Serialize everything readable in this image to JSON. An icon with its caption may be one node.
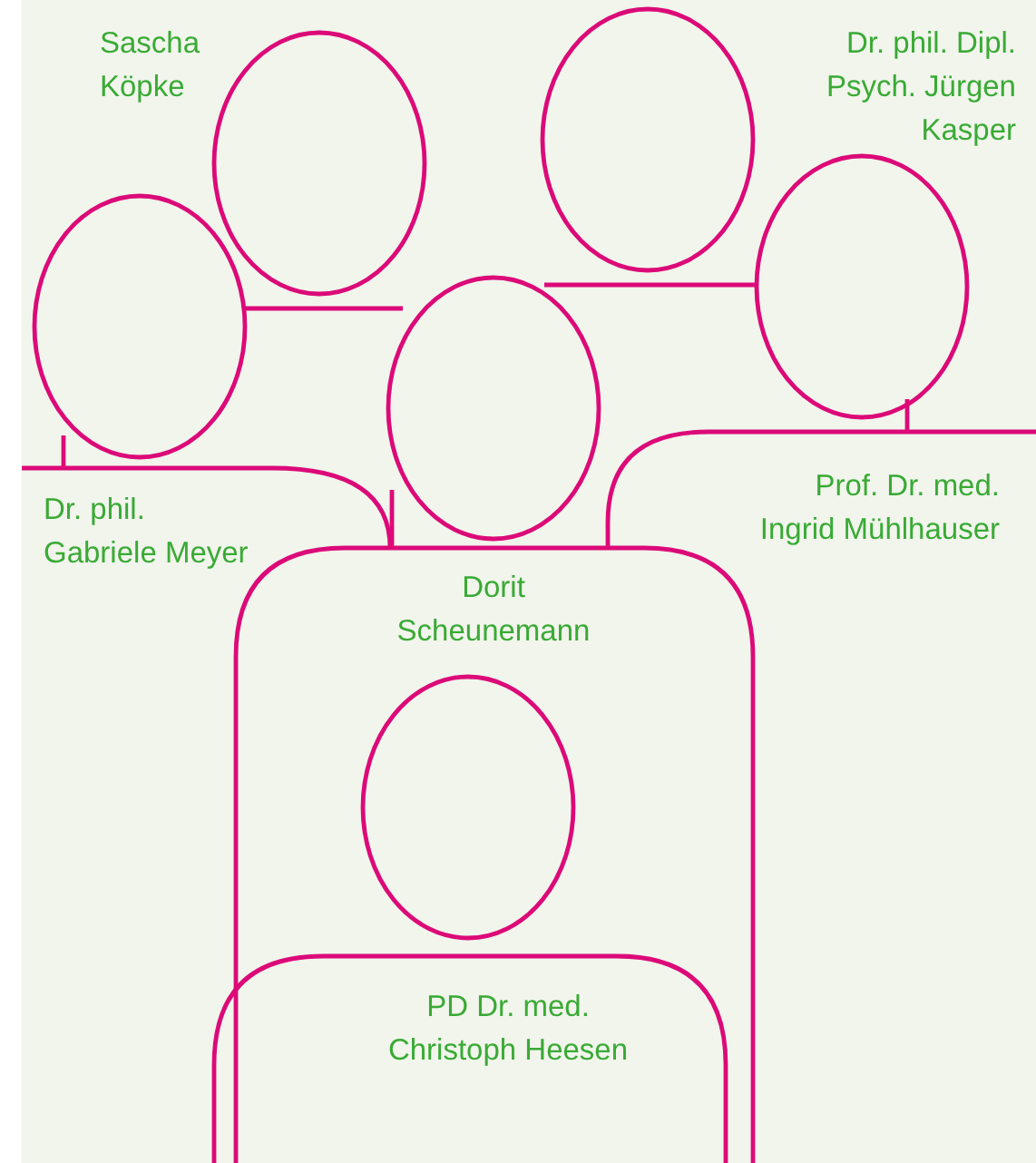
{
  "diagram": {
    "labels": [
      "Sascha Köpke",
      "Dr. phil. Dipl. Psych. Jürgen Kasper",
      "Dr. phil. Gabriele Meyer",
      "Prof. Dr. med. Ingrid Mühlhauser",
      "Dorit Scheunemann",
      "PD Dr. med. Christoph Heesen"
    ]
  }
}
